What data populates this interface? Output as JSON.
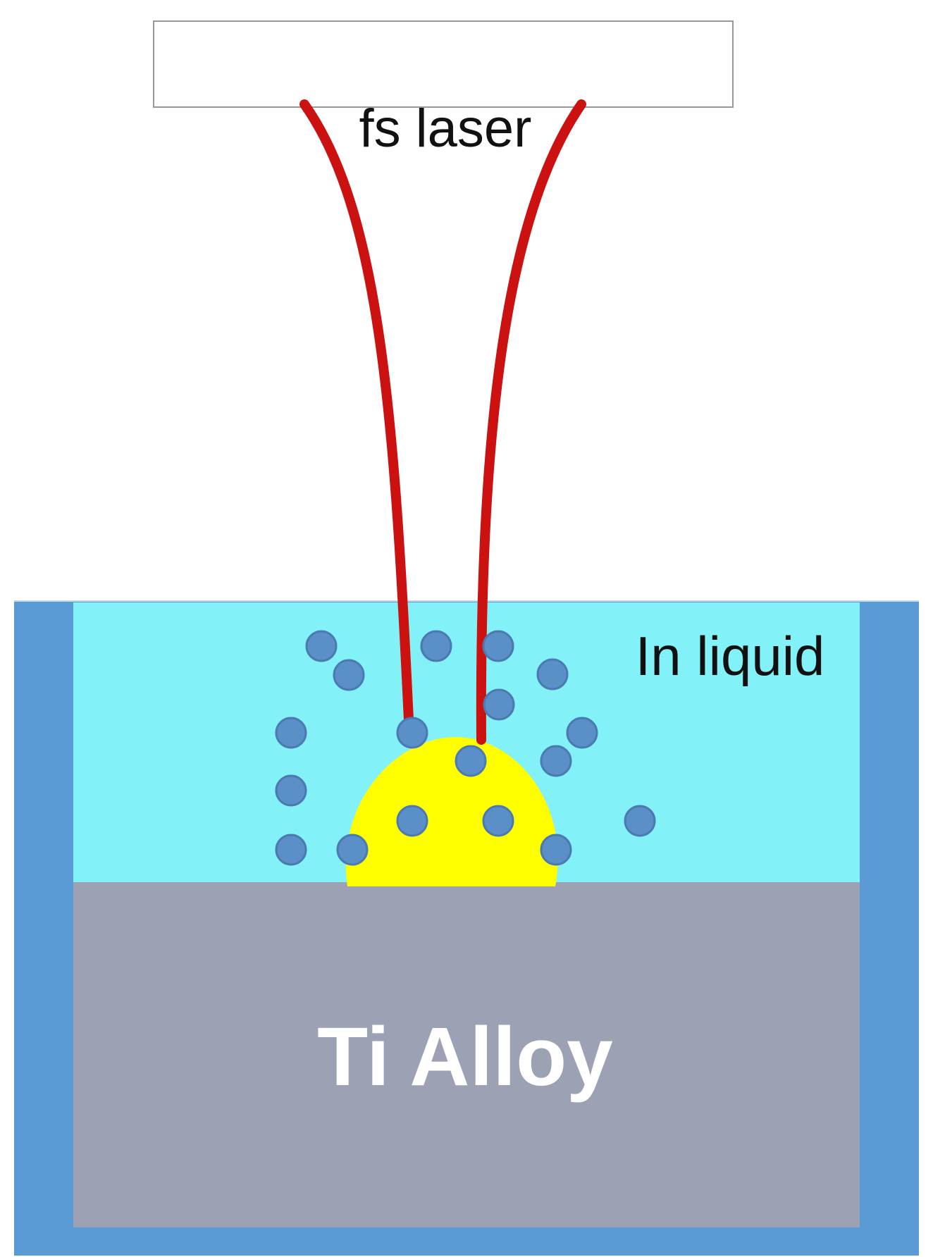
{
  "labels": {
    "laser": "fs laser",
    "liquid": "In liquid",
    "substrate": "Ti Alloy"
  },
  "colors": {
    "container": "#5b9bd5",
    "liquid": "#82f1f8",
    "substrate": "#9ca2b4",
    "melt_pool": "#ffff00",
    "beam": "#cc1111",
    "particle": "#5b8fc7",
    "particle_outline": "#4a7ab0",
    "laser_head": "#ffffff",
    "laser_head_border": "#999999"
  }
}
